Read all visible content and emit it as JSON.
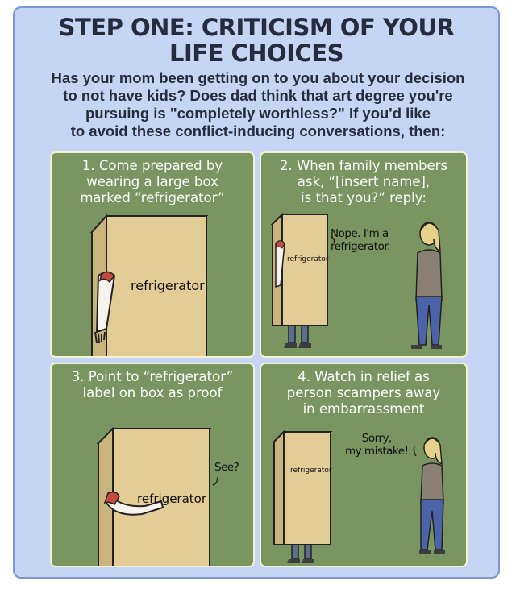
{
  "title": {
    "line1": "STEP ONE: CRITICISM OF YOUR",
    "line2": "LIFE CHOICES"
  },
  "intro": {
    "line1": "Has your mom been getting on to you about your decision",
    "line2": "to not have kids?  Does dad think that art degree you're",
    "line3": "pursuing is \"completely worthless?\" If you'd like",
    "line4": "to avoid these conflict-inducing conversations, then:"
  },
  "panels": [
    {
      "caption": [
        "1. Come prepared by",
        "wearing a large box",
        "marked “refrigerator”"
      ],
      "box_label": "refrigerator"
    },
    {
      "caption": [
        "2. When family members",
        "ask, “[insert name],",
        "is that you?” reply:"
      ],
      "box_label": "refrigerator",
      "speech": [
        "Nope. I'm a",
        "refrigerator."
      ]
    },
    {
      "caption": [
        "3. Point to “refrigerator”",
        "label on box as proof"
      ],
      "box_label": "refrigerator",
      "speech": [
        "See?"
      ]
    },
    {
      "caption": [
        "4. Watch in relief as",
        "person scampers away",
        "in embarrassment"
      ],
      "box_label": "refrigerator",
      "speech": [
        "Sorry,",
        "my mistake!"
      ]
    }
  ],
  "colors": {
    "background": "#c5d5f3",
    "panel": "#7a9560",
    "box": "#e2cd97",
    "box_side": "#c9b47e",
    "text": "#262c3c"
  }
}
